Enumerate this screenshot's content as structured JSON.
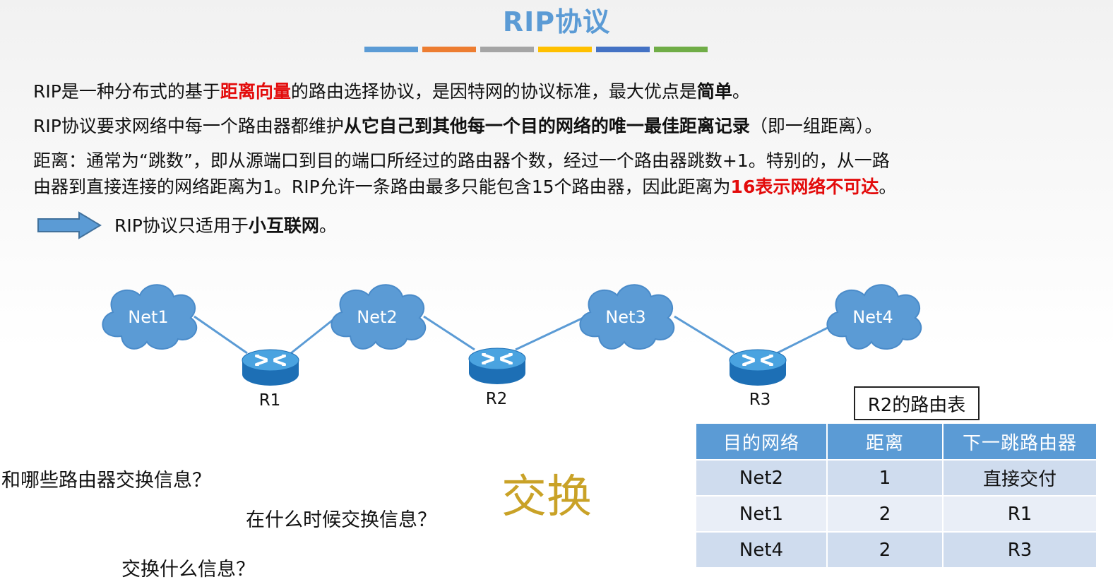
{
  "title": "RIP协议",
  "accent_colors": [
    "#5b9bd5",
    "#ed7d31",
    "#a5a5a5",
    "#ffc000",
    "#4472c4",
    "#70ad47"
  ],
  "para1": {
    "a": "RIP是一种分布式的基于",
    "b": "距离向量",
    "c": "的路由选择协议，是因特网的协议标准，最大优点是",
    "d": "简单",
    "e": "。"
  },
  "para2": {
    "a": "RIP协议要求网络中每一个路由器都维护",
    "b": "从它自己到其他每一个目的网络的唯一最佳距离记录",
    "c": "（即一组距离）。"
  },
  "para3": {
    "line1": "距离：通常为“跳数”，即从源端口到目的端口所经过的路由器个数，经过一个路由器跳数+1。特别的，从一路",
    "line2a": "由器到直接连接的网络距离为1。RIP允许一条路由最多只能包含15个路由器，因此距离为",
    "line2b": "16表示网络不可达",
    "line2c": "。"
  },
  "para4": {
    "a": "RIP协议只适用于",
    "b": "小互联网",
    "c": "。"
  },
  "network": {
    "nets": [
      "Net1",
      "Net2",
      "Net3",
      "Net4"
    ],
    "routers": [
      "R1",
      "R2",
      "R3"
    ]
  },
  "questions": [
    "和哪些路由器交换信息？",
    "在什么时候交换信息？",
    "交换什么信息？"
  ],
  "exchange_label": "交换",
  "routing_table": {
    "caption": "R2的路由表",
    "headers": [
      "目的网络",
      "距离",
      "下一跳路由器"
    ],
    "rows": [
      [
        "Net2",
        "1",
        "直接交付"
      ],
      [
        "Net1",
        "2",
        "R1"
      ],
      [
        "Net4",
        "2",
        "R3"
      ]
    ]
  }
}
